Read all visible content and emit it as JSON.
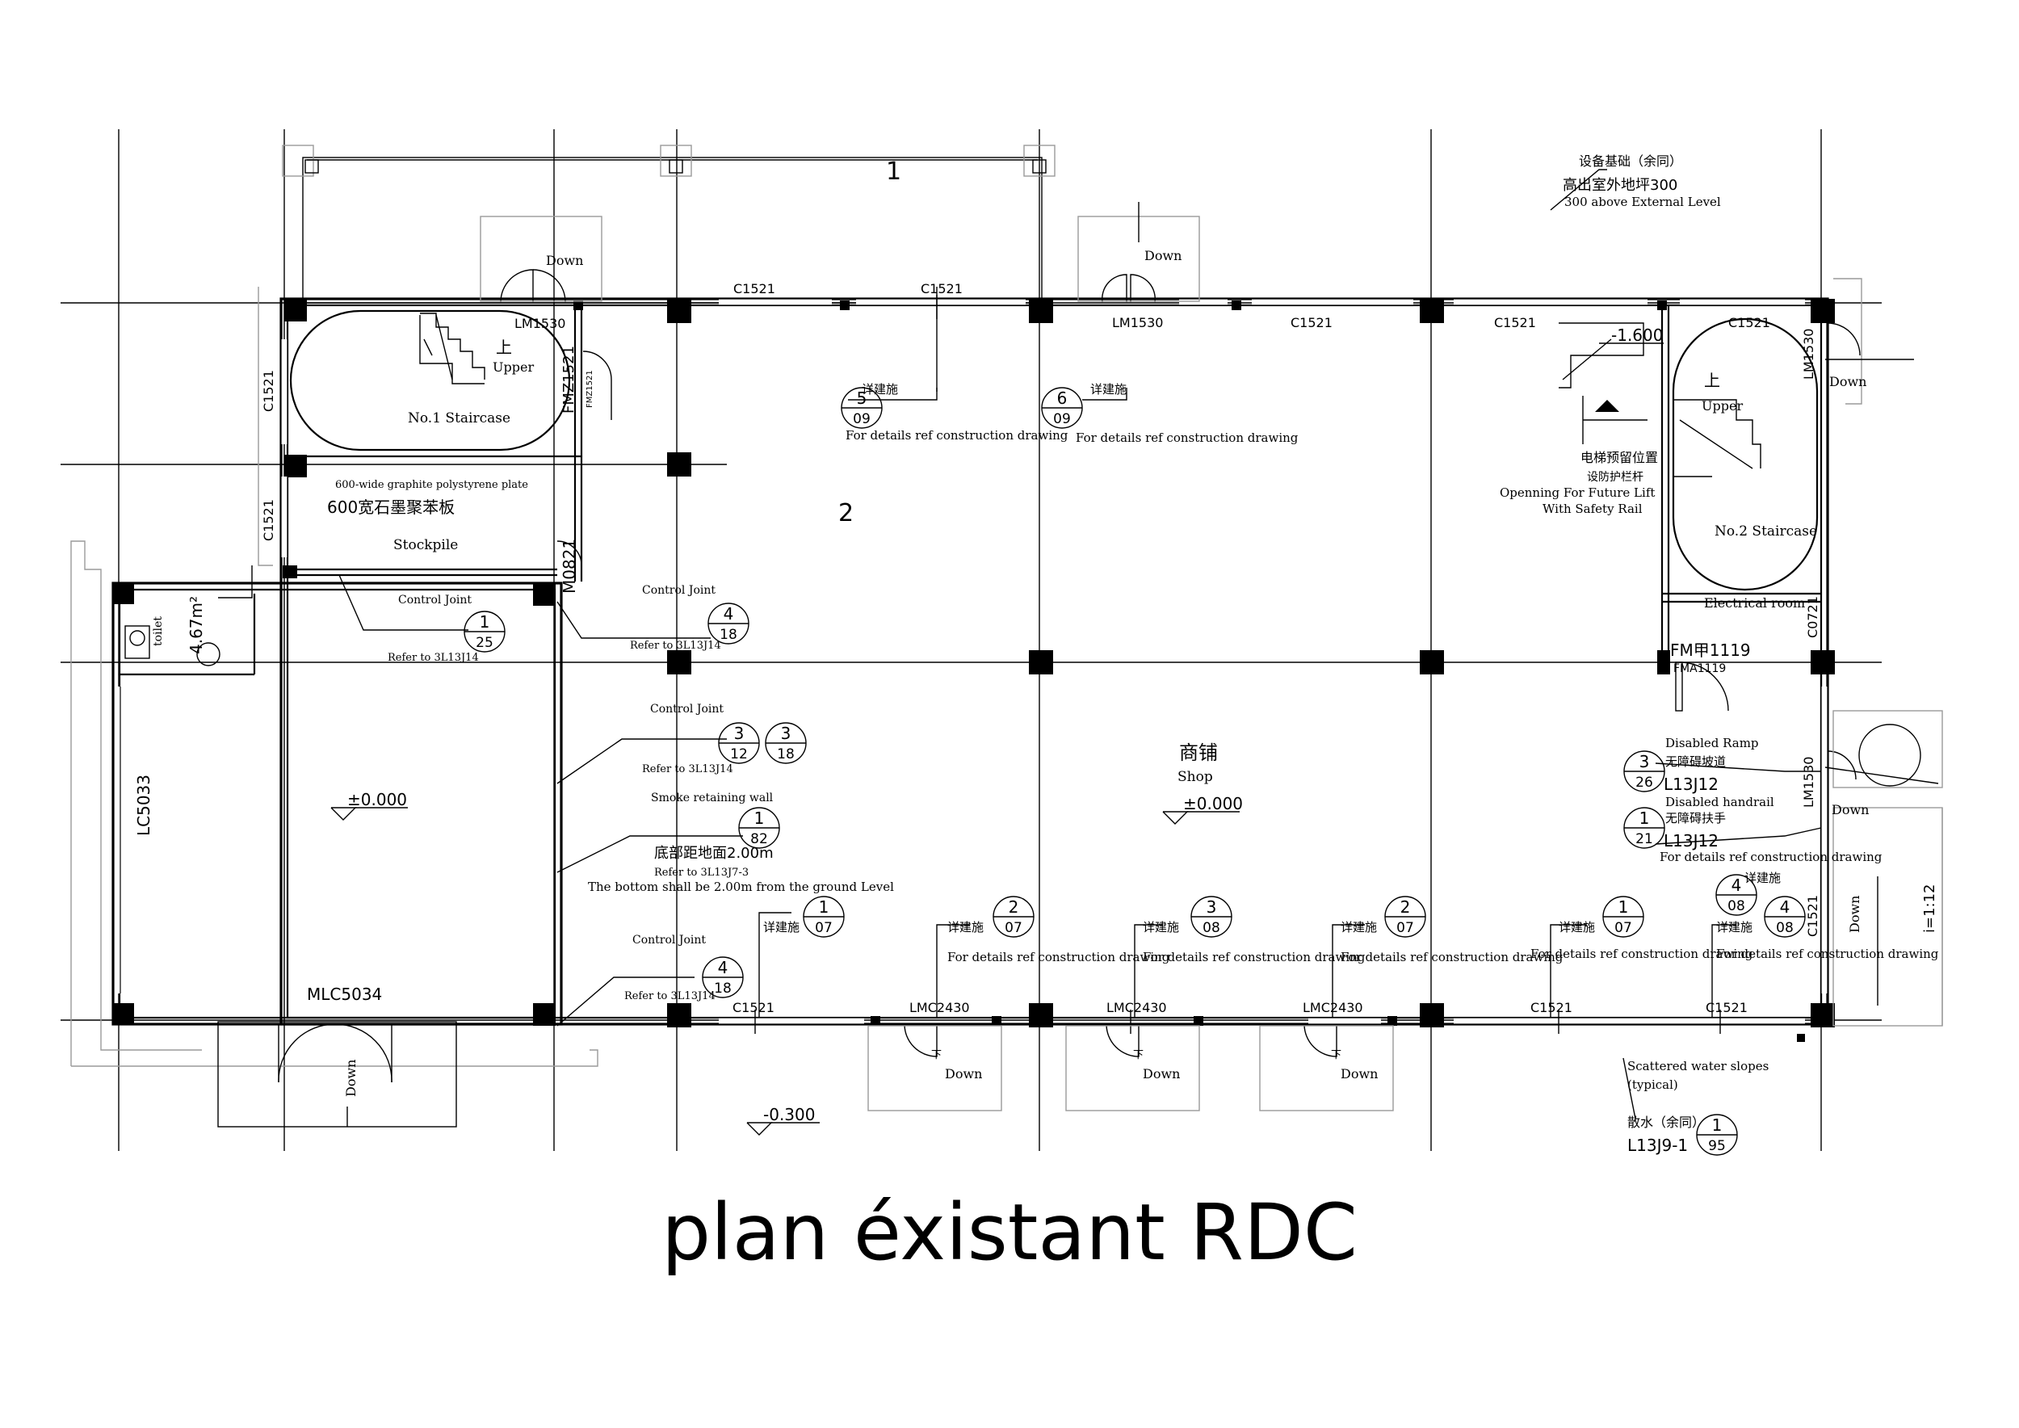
{
  "title": "plan éxistant RDC",
  "grid": {
    "top_label": "1",
    "center_label": "2"
  },
  "rooms": {
    "staircase1": "No.1 Staircase",
    "staircase2": "No.2 Staircase",
    "stockpile": "Stockpile",
    "shop_cn": "商铺",
    "shop_en": "Shop",
    "toilet": "toilet",
    "toilet_area": "4.67m²",
    "electrical": "Electrical room"
  },
  "labels": {
    "upper_cn": "上",
    "upper_en": "Upper",
    "down": "Down",
    "down_cn": "下",
    "graphite_en": "600-wide graphite polystyrene plate",
    "graphite_cn": "600宽石墨聚苯板",
    "control_joint": "Control Joint",
    "refer_3l13j14": "Refer to 3L13J14",
    "smoke_wall": "Smoke retaining wall",
    "bottom_cn": "底部距地面2.00m",
    "refer_3l13j7": "Refer to 3L13J7-3",
    "bottom_en": "The bottom shall be 2.00m from the ground Level",
    "details_cn": "详建施",
    "details_en": "For details ref construction drawing",
    "equip_cn1": "设备基础（余同）",
    "equip_cn2": "高出室外地坪300",
    "equip_en": "300 above External Level",
    "lift_cn": "电梯预留位置",
    "lift_cn2": "设防护栏杆",
    "lift_en1": "Openning For Future Lift",
    "lift_en2": "With Safety Rail",
    "ramp_en": "Disabled Ramp",
    "ramp_cn": "无障碍坡道",
    "handrail_en": "Disabled handrail",
    "handrail_cn": "无障碍扶手",
    "l13j12": "L13J12",
    "water_en1": "Scattered water slopes",
    "water_en2": "(typical)",
    "water_cn": "散水（余同）",
    "l13j9": "L13J9-1",
    "slope": "i=1:12"
  },
  "levels": {
    "zero": "±0.000",
    "minus300": "-0.300",
    "minus1600": "-1.600"
  },
  "doors_windows": {
    "c1521": "C1521",
    "lm1530": "LM1530",
    "fmz1521": "FMZ1521",
    "fmz1521_small": "FMZ1521",
    "m0821": "M0821",
    "lc5033": "LC5033",
    "mlc5034": "MLC5034",
    "lmc2430": "LMC2430",
    "fm1119": "FM甲1119",
    "fma1119": "FMA1119",
    "c0721": "C0721"
  },
  "callouts": [
    {
      "num": "5",
      "sheet": "09"
    },
    {
      "num": "6",
      "sheet": "09"
    },
    {
      "num": "1",
      "sheet": "25"
    },
    {
      "num": "4",
      "sheet": "18"
    },
    {
      "num": "3",
      "sheet": "12"
    },
    {
      "num": "3",
      "sheet": "18"
    },
    {
      "num": "1",
      "sheet": "82"
    },
    {
      "num": "4",
      "sheet": "18"
    },
    {
      "num": "1",
      "sheet": "07"
    },
    {
      "num": "2",
      "sheet": "07"
    },
    {
      "num": "3",
      "sheet": "08"
    },
    {
      "num": "2",
      "sheet": "07"
    },
    {
      "num": "1",
      "sheet": "07"
    },
    {
      "num": "4",
      "sheet": "08"
    },
    {
      "num": "4",
      "sheet": "08"
    },
    {
      "num": "3",
      "sheet": "26"
    },
    {
      "num": "1",
      "sheet": "21"
    },
    {
      "num": "1",
      "sheet": "95"
    }
  ]
}
